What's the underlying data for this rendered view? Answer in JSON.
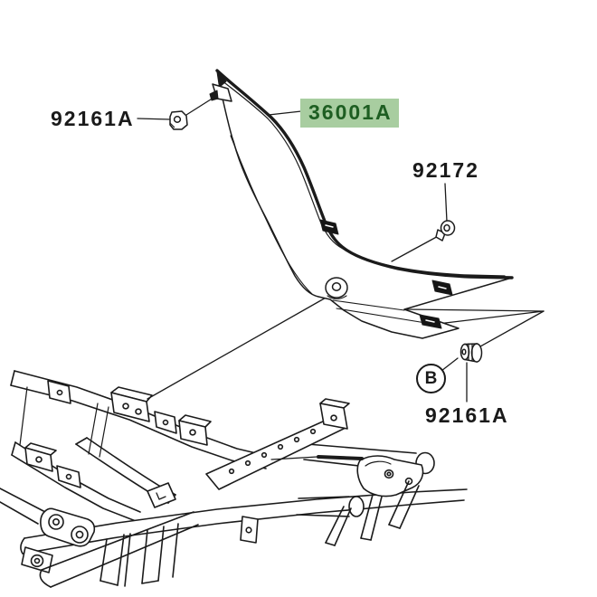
{
  "diagram": {
    "kind": "exploded-parts-diagram",
    "background": "#ffffff",
    "line_color": "#1b1b1b",
    "highlight_bg": "#a8cda0",
    "highlight_text_color": "#1e5e22",
    "callouts": {
      "grommet_top": {
        "label": "92161A"
      },
      "side_cover": {
        "label": "36001A",
        "highlighted": true
      },
      "screw": {
        "label": "92172"
      },
      "detail_ref": {
        "label": "B"
      },
      "grommet_bottom": {
        "label": "92161A"
      }
    }
  }
}
